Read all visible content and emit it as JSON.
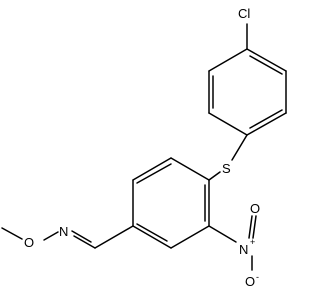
{
  "atoms": {
    "chlorine": "Cl",
    "sulfur": "S",
    "nitro_nitrogen": "N",
    "nitro_plus": "+",
    "nitro_oxygen_up": "O",
    "nitro_oxygen_minus": "O",
    "nitro_minus": "-",
    "oxime_nitrogen": "N",
    "methoxy_oxygen": "O"
  },
  "colors": {
    "line": "#000000",
    "background": "#ffffff"
  }
}
